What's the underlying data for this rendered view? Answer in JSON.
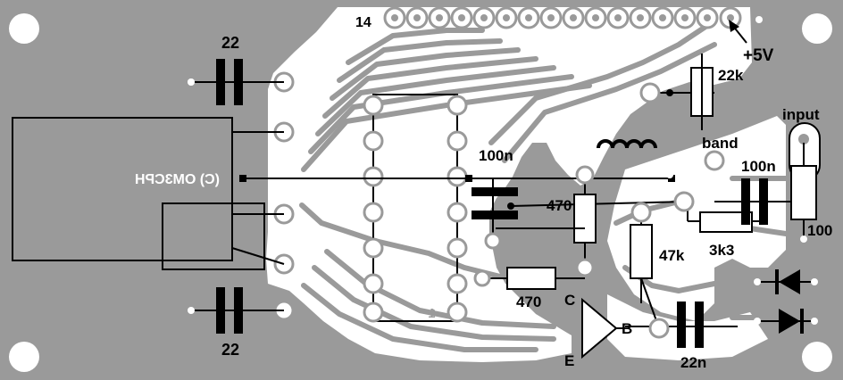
{
  "labels": {
    "cap_top_left": "22",
    "cap_bottom_left": "22",
    "pin_14": "14",
    "supply": "+5V",
    "pot": "22k",
    "input": "input",
    "band": "band",
    "cap_100n_center": "100n",
    "cap_100n_right": "100n",
    "r_470_upper": "470",
    "r_470_lower": "470",
    "r_47k": "47k",
    "r_3k3": "3k3",
    "r_100": "100",
    "cap_22n": "22n",
    "pin_c": "C",
    "pin_b": "B",
    "pin_e": "E",
    "copyright_mirrored": "(C) OM3CPH",
    "pin_1_mirrored": "1"
  },
  "colors": {
    "board": "#9a9a9a",
    "copper": "#ffffff",
    "ink": "#000000"
  }
}
